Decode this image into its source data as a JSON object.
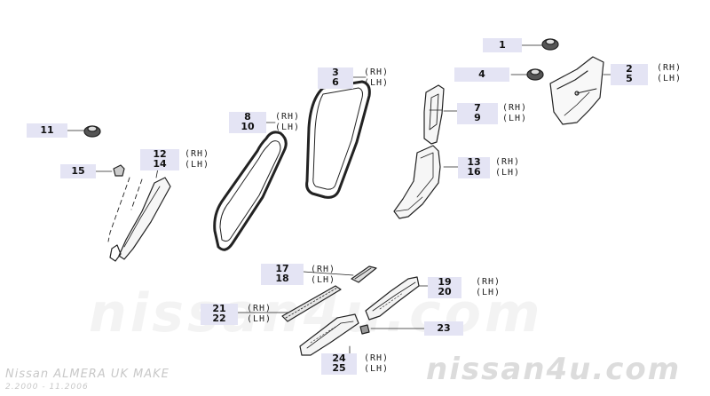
{
  "watermark": "nissan4u.com",
  "footer": {
    "model": "Nissan ALMERA UK MAKE",
    "dates": "2.2000 - 11.2006"
  },
  "callouts": {
    "c1": "1",
    "c4": "4",
    "c2": "2",
    "c5": "5",
    "c3": "3",
    "c6": "6",
    "c7": "7",
    "c9": "9",
    "c8": "8",
    "c10": "10",
    "c11": "11",
    "c12": "12",
    "c14": "14",
    "c13": "13",
    "c16": "16",
    "c15": "15",
    "c17": "17",
    "c18": "18",
    "c19": "19",
    "c20": "20",
    "c21": "21",
    "c22": "22",
    "c23": "23",
    "c24": "24",
    "c25": "25"
  },
  "sides": {
    "rh": "(RH)",
    "lh": "(LH)"
  }
}
